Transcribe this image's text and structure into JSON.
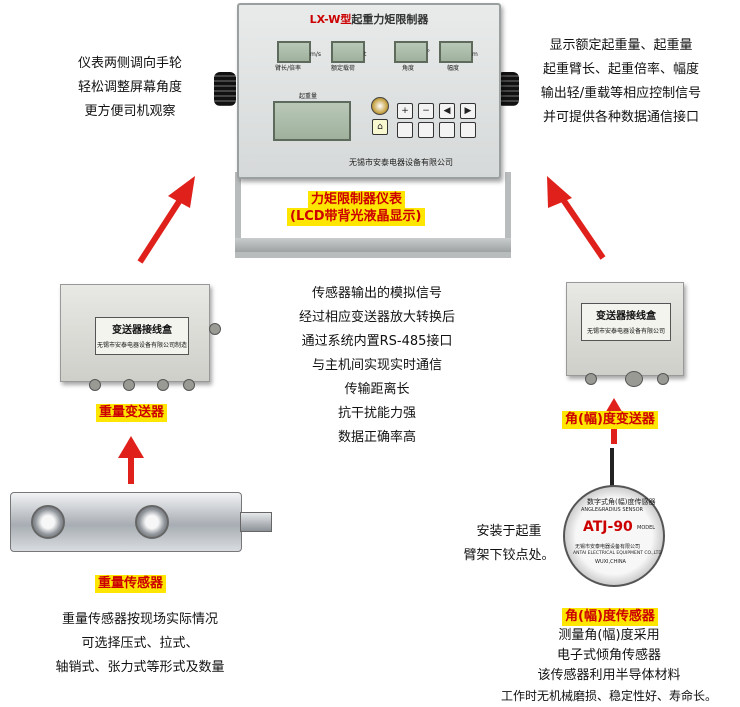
{
  "top_left_text": [
    "仪表两侧调向手轮",
    "轻松调整屏幕角度",
    "更方便司机观察"
  ],
  "top_right_text": [
    "显示额定起重量、起重量",
    "起重臂长、起重倍率、幅度",
    "输出轻/重载等相应控制信号",
    "并可提供各种数据通信接口"
  ],
  "instrument": {
    "model_code": "LX-W型",
    "model_name": "起重力矩限制器",
    "lcd_labels": [
      "臂长/倍率",
      "m/s",
      "额定载荷",
      "t",
      "角度",
      "°",
      "幅度",
      "m",
      "起重量"
    ],
    "key_symbols": [
      "+",
      "−",
      "◀",
      "▶"
    ],
    "company": "无锡市安泰电器设备有限公司",
    "caption_line1": "力矩限制器仪表",
    "caption_line2": "(LCD带背光液晶显示)"
  },
  "center_text": [
    "传感器输出的模拟信号",
    "经过相应变送器放大转换后",
    "通过系统内置RS-485接口",
    "与主机间实现实时通信",
    "传输距离长",
    "抗干扰能力强",
    "数据正确率高"
  ],
  "weight_transmitter": {
    "box_label": "变送器接线盒",
    "company": "无锡市安泰电器设备有限公司制造",
    "caption": "重量变送器"
  },
  "angle_transmitter": {
    "box_label": "变送器接线盒",
    "company": "无锡市安泰电器设备有限公司",
    "caption": "角(幅)度变送器"
  },
  "load_sensor": {
    "caption": "重量传感器"
  },
  "angle_sensor": {
    "ring_text": "数字式角(幅)度传感器",
    "ring_text_en": "ANGLE&RADIUS SENSOR",
    "model": "ATJ-90",
    "model_suffix": "MODEL",
    "company": "无锡市安泰电器设备有限公司",
    "company_en": "ANTAI ELECTRICAL EQUIPMENT CO.,LTD",
    "origin": "WUXI,CHINA",
    "caption": "角(幅)度传感器"
  },
  "mount_text": [
    "安装于起重",
    "臂架下铰点处。"
  ],
  "bottom_left_text": [
    "重量传感器按现场实际情况",
    "可选择压式、拉式、",
    "轴销式、张力式等形式及数量"
  ],
  "bottom_right_text": [
    "测量角(幅)度采用",
    "电子式倾角传感器",
    "该传感器利用半导体材料",
    "工作时无机械磨损、稳定性好、寿命长。"
  ],
  "colors": {
    "arrow_red": "#e0201b",
    "caption_red": "#cc0000",
    "caption_yellow": "#ffe600"
  }
}
